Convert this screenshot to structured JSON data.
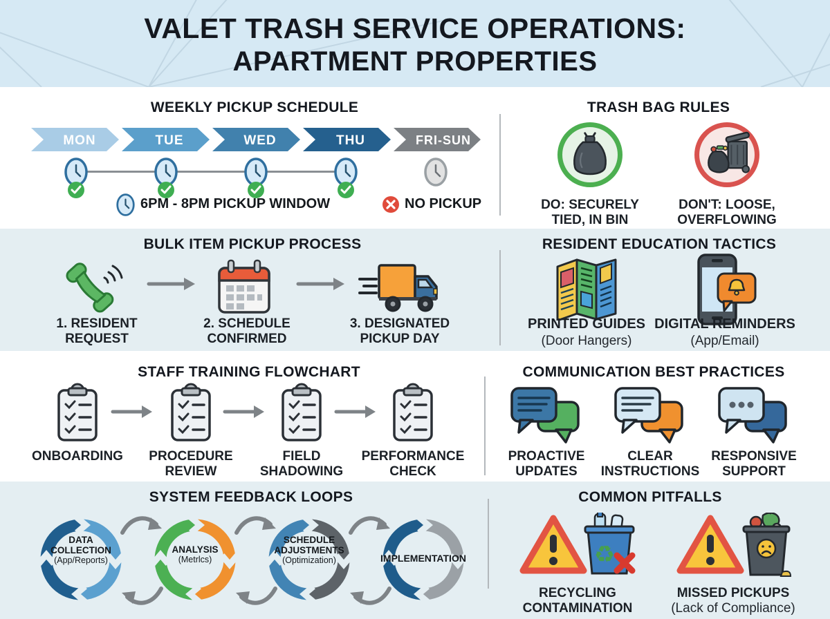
{
  "title": {
    "line1": "VALET TRASH SERVICE OPERATIONS:",
    "line2": "APARTMENT PROPERTIES"
  },
  "weekly_schedule": {
    "heading": "WEEKLY PICKUP SCHEDULE",
    "days": [
      {
        "label": "MON",
        "color": "#a9cce6",
        "pickup": true
      },
      {
        "label": "TUE",
        "color": "#5b9fcb",
        "pickup": true
      },
      {
        "label": "WED",
        "color": "#4181ad",
        "pickup": true
      },
      {
        "label": "THU",
        "color": "#25608e",
        "pickup": true
      },
      {
        "label": "FRI-SUN",
        "color": "#7c8084",
        "pickup": false
      }
    ],
    "legend_window": "6PM - 8PM PICKUP WINDOW",
    "legend_no_pickup": "NO PICKUP"
  },
  "trash_bag_rules": {
    "heading": "TRASH BAG RULES",
    "do_line1": "DO: SECURELY",
    "do_line2": "TIED, IN BIN",
    "dont_line1": "DON'T: LOOSE,",
    "dont_line2": "OVERFLOWING"
  },
  "bulk_pickup": {
    "heading": "BULK ITEM PICKUP PROCESS",
    "steps": [
      {
        "line1": "1. RESIDENT",
        "line2": "REQUEST",
        "icon": "phone-icon"
      },
      {
        "line1": "2. SCHEDULE",
        "line2": "CONFIRMED",
        "icon": "calendar-icon"
      },
      {
        "line1": "3. DESIGNATED",
        "line2": "PICKUP DAY",
        "icon": "truck-icon"
      }
    ]
  },
  "resident_education": {
    "heading": "RESIDENT EDUCATION TACTICS",
    "items": [
      {
        "title": "PRINTED GUIDES",
        "subtitle": "(Door Hangers)",
        "icon": "brochure-icon"
      },
      {
        "title": "DIGITAL REMINDERS",
        "subtitle": "(App/Email)",
        "icon": "phone-notification-icon"
      }
    ]
  },
  "staff_training": {
    "heading": "STAFF TRAINING FLOWCHART",
    "steps": [
      {
        "line1": "ONBOARDING",
        "line2": ""
      },
      {
        "line1": "PROCEDURE",
        "line2": "REVIEW"
      },
      {
        "line1": "FIELD",
        "line2": "SHADOWING"
      },
      {
        "line1": "PERFORMANCE",
        "line2": "CHECK"
      }
    ]
  },
  "communication": {
    "heading": "COMMUNICATION BEST PRACTICES",
    "items": [
      {
        "line1": "PROACTIVE",
        "line2": "UPDATES"
      },
      {
        "line1": "CLEAR",
        "line2": "INSTRUCTIONS"
      },
      {
        "line1": "RESPONSIVE",
        "line2": "SUPPORT"
      }
    ]
  },
  "feedback_loops": {
    "heading": "SYSTEM FEEDBACK LOOPS",
    "loops": [
      {
        "lines": [
          "DATA",
          "COLLECTION",
          "(App/Reports)"
        ],
        "color_left": "#205e8e",
        "color_right": "#5ba0cf"
      },
      {
        "lines": [
          "ANALYSIS",
          "(Metrlcs)"
        ],
        "color_left": "#4cb053",
        "color_right": "#f0912f"
      },
      {
        "lines": [
          "SCHEDULE",
          "ADJUSTMENTS",
          "(Optimization)"
        ],
        "color_left": "#4284b4",
        "color_right": "#5d6368"
      },
      {
        "lines": [
          "IMPLEMENTATION"
        ],
        "color_left": "#1f5c8b",
        "color_right": "#9ba1a6"
      }
    ]
  },
  "common_pitfalls": {
    "heading": "COMMON PITFALLS",
    "items": [
      {
        "line1": "RECYCLING",
        "line2": "CONTAMINATION",
        "icon": "warning-recycle-icon"
      },
      {
        "line1": "MISSED PICKUPS",
        "line2": "(Lack of Compliance)",
        "icon": "warning-missed-icon"
      }
    ]
  },
  "icons": {
    "schedule_clock": "clock-icon",
    "pickup_ok": "check-icon",
    "no_pickup": "x-icon",
    "do_bag": "tied-trash-bag-icon",
    "dont_bag": "overflowing-trash-icon"
  },
  "palette": {
    "header_bg": "#d6e9f4",
    "alt_row_bg": "#e4eef2",
    "check_green": "#3fae52",
    "error_red": "#e04b3b",
    "do_ring_green": "#4caf50",
    "dont_ring_red": "#d9534f",
    "arrow_gray": "#7e8387"
  }
}
